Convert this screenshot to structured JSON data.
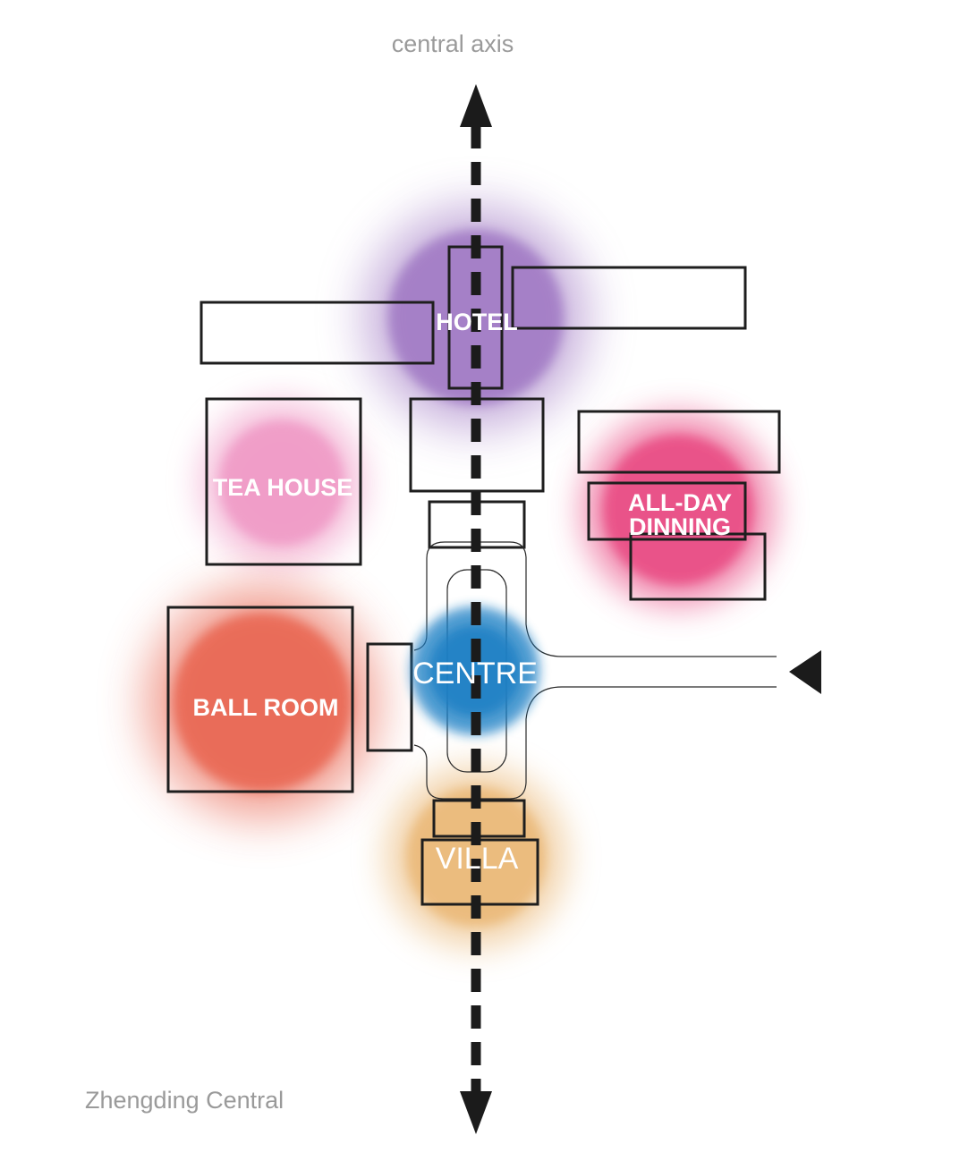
{
  "diagram": {
    "axis_label": "central axis",
    "project_name": "Zhengding Central",
    "zones": [
      {
        "id": "hotel",
        "label": "HOTEL",
        "color": "#9a6fc0"
      },
      {
        "id": "tea-house",
        "label": "TEA HOUSE",
        "color": "#ee8fc0"
      },
      {
        "id": "all-day-dinning",
        "label_line1": "ALL-DAY",
        "label_line2": "DINNING",
        "color": "#e8457f"
      },
      {
        "id": "ball-room",
        "label": "BALL ROOM",
        "color": "#e8604c"
      },
      {
        "id": "centre",
        "label": "CENTRE",
        "color": "#1f7fc4"
      },
      {
        "id": "villa",
        "label": "VILLA",
        "color": "#e9b46e"
      }
    ],
    "colors": {
      "axis": "#1b1b1b",
      "outline": "#1e1e1e",
      "caption": "#9a9a9a"
    }
  }
}
